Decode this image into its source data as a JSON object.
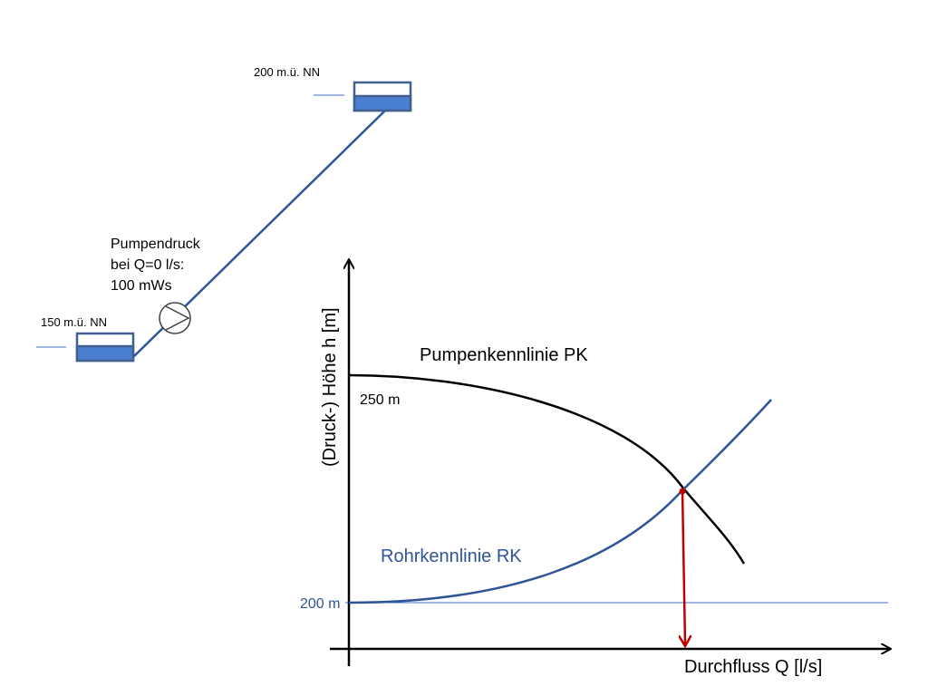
{
  "schematic": {
    "upper_reservoir_label": "200 m.ü. NN",
    "lower_reservoir_label": "150 m.ü. NN",
    "pump_note": [
      "Pumpendruck",
      "bei Q=0 l/s:",
      "100 mWs"
    ]
  },
  "chart": {
    "y_axis_label": "(Druck-) Höhe h [m]",
    "x_axis_label": "Durchfluss Q [l/s]",
    "pump_curve_label": "Pumpenkennlinie PK",
    "pipe_curve_label": "Rohrkennlinie RK",
    "pump_head_label": "250 m",
    "static_head_label": "200 m"
  },
  "colors": {
    "pipe_blue": "#2f5597",
    "water_blue": "#4a7fcf",
    "reservoir_border": "#41608f",
    "guide_line": "#4472c4",
    "operating_point": "#c00000",
    "axis": "#000000",
    "pump_curve": "#000000"
  }
}
